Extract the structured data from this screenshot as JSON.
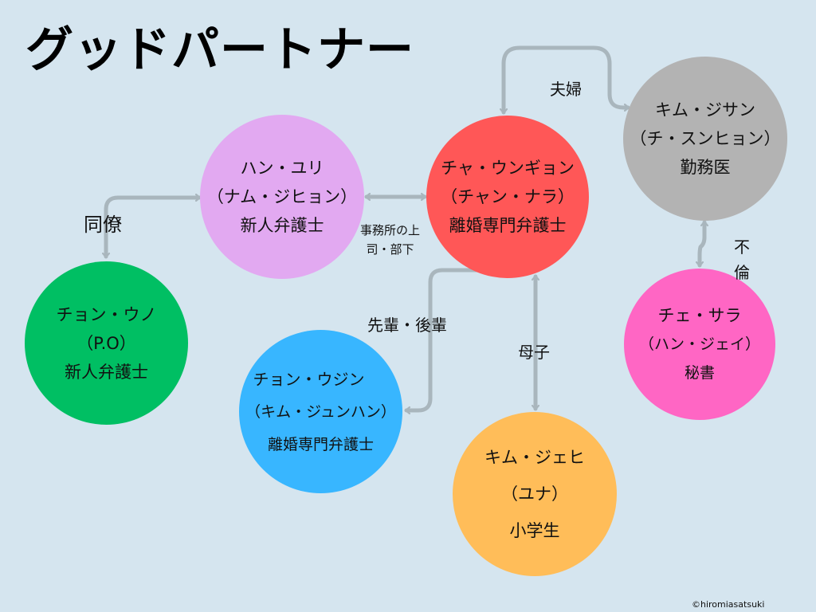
{
  "title": "グッドパートナー",
  "nodes": [
    {
      "id": "han-yuri",
      "lines": [
        "ハン・ユリ",
        "（ナム・ジヒョン）",
        "新人弁護士"
      ],
      "color": "#e2a9f1"
    },
    {
      "id": "cha-eungyeong",
      "lines": [
        "チャ・ウンギョン",
        "（チャン・ナラ）",
        "離婚専門弁護士"
      ],
      "color": "#ff5757"
    },
    {
      "id": "kim-jisan",
      "lines": [
        "キム・ジサン",
        "（チ・スンヒョン）",
        "勤務医"
      ],
      "color": "#b3b3b3"
    },
    {
      "id": "jeong-uno",
      "lines": [
        "チョン・ウノ",
        "（P.O）",
        "新人弁護士"
      ],
      "color": "#00bf63"
    },
    {
      "id": "jeong-ujin",
      "lines": [
        "チョン・ウジン",
        "（キム・ジュンハン）",
        "離婚専門弁護士"
      ],
      "color": "#38b6ff"
    },
    {
      "id": "kim-jehi",
      "lines": [
        "キム・ジェヒ",
        "（ユナ）",
        "小学生"
      ],
      "color": "#ffbd59"
    },
    {
      "id": "che-sara",
      "lines": [
        "チェ・サラ",
        "（ハン・ジェイ）",
        "秘書"
      ],
      "color": "#ff66c4"
    }
  ],
  "relations": {
    "couple": "夫婦",
    "colleague": "同僚",
    "boss_line1": "事務所の上",
    "boss_line2": "司・部下",
    "senior_junior": "先輩・後輩",
    "mother_child": "母子",
    "affair_line1": "不",
    "affair_line2": "倫"
  },
  "copyright": "©hiromiasatsuki",
  "colors": {
    "background": "#d5e5ef",
    "arrow": "#a9b6bd"
  }
}
